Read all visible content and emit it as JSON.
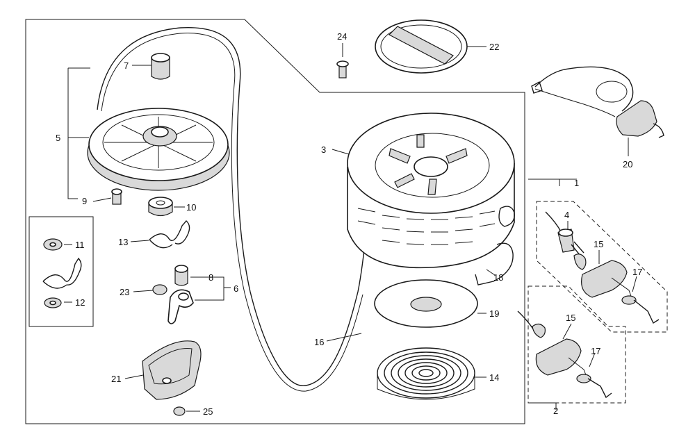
{
  "labels": {
    "n1": "1",
    "n2": "2",
    "n3": "3",
    "n4": "4",
    "n5": "5",
    "n6": "6",
    "n7": "7",
    "n8": "8",
    "n9": "9",
    "n10": "10",
    "n11": "11",
    "n12": "12",
    "n13": "13",
    "n14": "14",
    "n15a": "15",
    "n15b": "15",
    "n16": "16",
    "n17a": "17",
    "n17b": "17",
    "n18": "18",
    "n19": "19",
    "n20": "20",
    "n21": "21",
    "n22": "22",
    "n23": "23",
    "n24": "24",
    "n25": "25"
  },
  "colors": {
    "line": "#1a1a1a",
    "background": "#ffffff",
    "shading": "#d9d9d9"
  }
}
